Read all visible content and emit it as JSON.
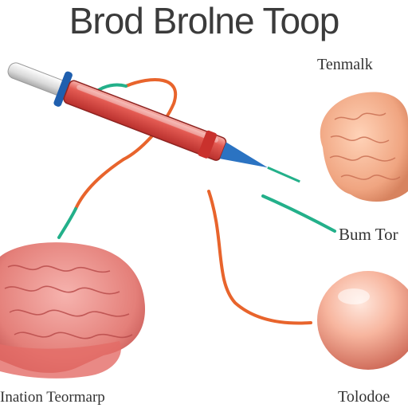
{
  "diagram": {
    "title": "Brod Brolne Toop",
    "labels": {
      "top_right": "Tenmalk",
      "mid_right": "Bum Tor",
      "bottom_left": "Ination Teormarp",
      "bottom_right": "Tolodoe"
    }
  },
  "colors": {
    "title_text": "#3b3b3b",
    "syringe_barrel": "#e04a44",
    "syringe_plunger_cap": "#1f5fae",
    "needle_tip": "#2b73c2",
    "line_orange": "#e8642c",
    "line_green": "#23b08a",
    "brain_left": "#e98a86",
    "brain_right": "#f1aa86",
    "blob_bottom_right": "#f6b49e"
  },
  "icons": {
    "syringe": "syringe-icon",
    "brain_left": "brain-icon",
    "brain_right": "brain-icon",
    "organ": "organ-blob-icon"
  }
}
